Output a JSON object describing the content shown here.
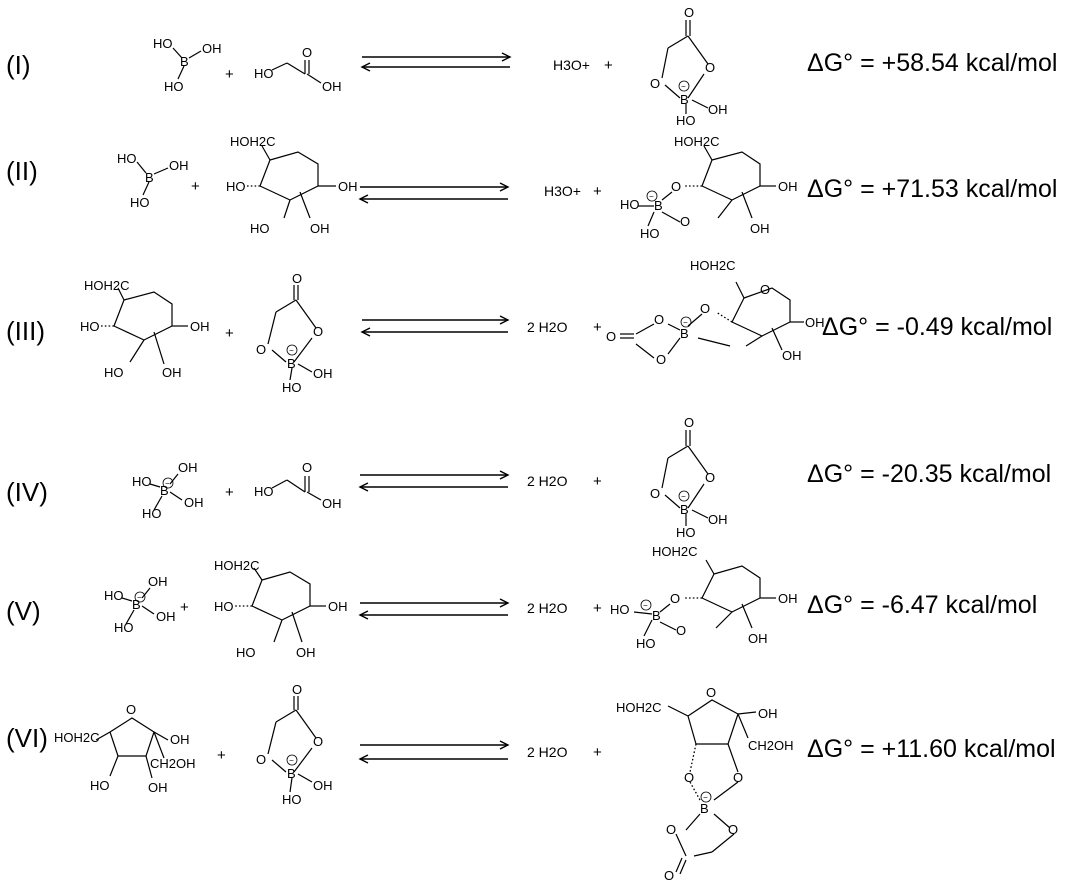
{
  "reactions": [
    {
      "label": "(I)",
      "reactant1": {
        "atoms": [
          "HO",
          "B",
          "OH",
          "HO"
        ]
      },
      "plus1": "+",
      "reactant2": {
        "atoms": [
          "HO",
          "O",
          "OH"
        ]
      },
      "products": "H3O+",
      "plus2": "+",
      "product": {
        "atoms": [
          "O",
          "O",
          "O",
          "B",
          "OH",
          "HO"
        ],
        "charge": "−"
      },
      "dg": "ΔG° = +58.54 kcal/mol"
    },
    {
      "label": "(II)",
      "reactant1": {
        "atoms": [
          "HO",
          "B",
          "OH",
          "HO"
        ]
      },
      "plus1": "+",
      "reactant2": {
        "atoms": [
          "HOH2C",
          "HO",
          "OH",
          "HO",
          "OH"
        ]
      },
      "products": "H3O+",
      "plus2": "+",
      "product": {
        "atoms": [
          "HOH2C",
          "O",
          "HO",
          "B",
          "O",
          "HO",
          "OH",
          "OH"
        ],
        "charge": "−"
      },
      "dg": "ΔG° = +71.53 kcal/mol"
    },
    {
      "label": "(III)",
      "reactant1": {
        "atoms": [
          "HOH2C",
          "HO",
          "OH",
          "HO",
          "OH"
        ]
      },
      "plus1": "+",
      "reactant2": {
        "atoms": [
          "O",
          "O",
          "O",
          "B",
          "OH",
          "HO"
        ],
        "charge": "−"
      },
      "products": "2 H2O",
      "plus2": "+",
      "product": {
        "atoms": [
          "HOH2C",
          "O",
          "OH",
          "O",
          "O",
          "B",
          "O",
          "O",
          "OH"
        ],
        "charge": "−"
      },
      "dg": "ΔG° = -0.49 kcal/mol"
    },
    {
      "label": "(IV)",
      "reactant1": {
        "atoms": [
          "HO",
          "B",
          "OH",
          "HO",
          "OH"
        ],
        "charge": "−"
      },
      "plus1": "+",
      "reactant2": {
        "atoms": [
          "HO",
          "O",
          "OH"
        ]
      },
      "products": "2 H2O",
      "plus2": "+",
      "product": {
        "atoms": [
          "O",
          "O",
          "O",
          "B",
          "OH",
          "HO"
        ],
        "charge": "−"
      },
      "dg": "ΔG° = -20.35 kcal/mol"
    },
    {
      "label": "(V)",
      "reactant1": {
        "atoms": [
          "HO",
          "B",
          "OH",
          "HO",
          "OH"
        ],
        "charge": "−"
      },
      "plus1": "+",
      "reactant2": {
        "atoms": [
          "HOH2C",
          "HO",
          "OH",
          "HO",
          "OH"
        ]
      },
      "products": "2 H2O",
      "plus2": "+",
      "product": {
        "atoms": [
          "HOH2C",
          "O",
          "HO",
          "B",
          "O",
          "OH",
          "HO",
          "OH"
        ],
        "charge": "−"
      },
      "dg": "ΔG° = -6.47 kcal/mol"
    },
    {
      "label": "(VI)",
      "reactant1": {
        "atoms": [
          "HOH2C",
          "O",
          "OH",
          "CH2OH",
          "HO",
          "OH"
        ]
      },
      "plus1": "+",
      "reactant2": {
        "atoms": [
          "O",
          "O",
          "O",
          "B",
          "OH",
          "HO"
        ],
        "charge": "−"
      },
      "products": "2 H2O",
      "plus2": "+",
      "product": {
        "atoms": [
          "HOH2C",
          "O",
          "OH",
          "CH2OH",
          "O",
          "O",
          "B",
          "O",
          "O",
          "O"
        ],
        "charge": "−"
      },
      "dg": "ΔG° = +11.60 kcal/mol"
    }
  ]
}
